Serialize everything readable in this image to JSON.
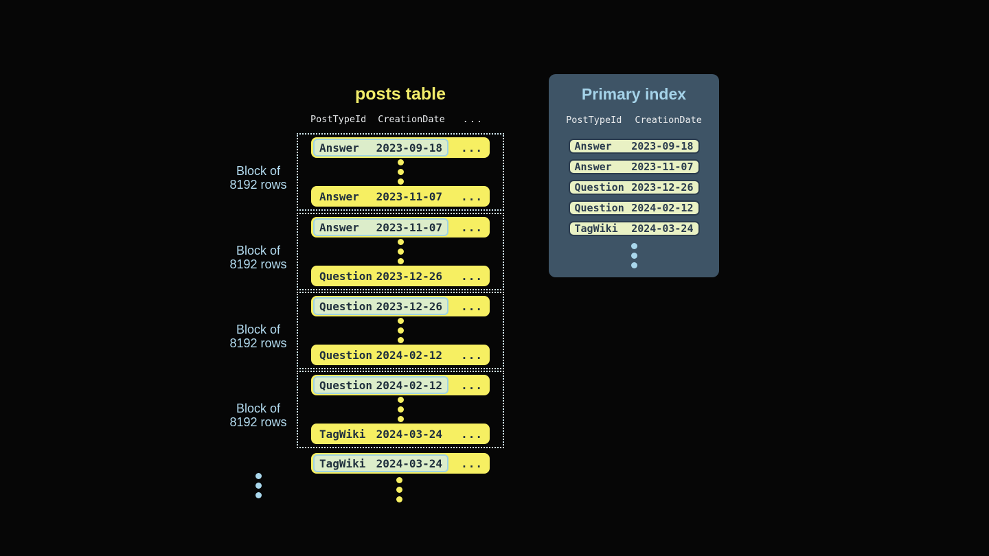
{
  "colors": {
    "background": "#060606",
    "row_yellow": "#f6ef62",
    "row_text": "#20303e",
    "highlight_fill": "#dcedca",
    "highlight_border": "#9fd3e4",
    "block_border": "#d2eaf3",
    "label_blue": "#b4dcf0",
    "panel_background": "#3e5466",
    "panel_title": "#a5d3e9",
    "index_row_fill": "#e9f1c4",
    "index_row_border": "#2b3c4e",
    "title_yellow": "#f2ed6a",
    "header_text": "#e8eaec"
  },
  "posts_table": {
    "title": "posts table",
    "columns": [
      "PostTypeId",
      "CreationDate"
    ],
    "columns_ellipsis": "...",
    "row_ellipsis": "...",
    "blocks": [
      {
        "label_line1": "Block of",
        "label_line2": "8192 rows",
        "first_row": {
          "post_type": "Answer",
          "creation_date": "2023-09-18"
        },
        "last_row": {
          "post_type": "Answer",
          "creation_date": "2023-11-07"
        }
      },
      {
        "label_line1": "Block of",
        "label_line2": "8192 rows",
        "first_row": {
          "post_type": "Answer",
          "creation_date": "2023-11-07"
        },
        "last_row": {
          "post_type": "Question",
          "creation_date": "2023-12-26"
        }
      },
      {
        "label_line1": "Block of",
        "label_line2": "8192 rows",
        "first_row": {
          "post_type": "Question",
          "creation_date": "2023-12-26"
        },
        "last_row": {
          "post_type": "Question",
          "creation_date": "2024-02-12"
        }
      },
      {
        "label_line1": "Block of",
        "label_line2": "8192 rows",
        "first_row": {
          "post_type": "Question",
          "creation_date": "2024-02-12"
        },
        "last_row": {
          "post_type": "TagWiki",
          "creation_date": "2024-03-24"
        }
      }
    ],
    "tail_row": {
      "post_type": "TagWiki",
      "creation_date": "2024-03-24"
    }
  },
  "primary_index": {
    "title": "Primary index",
    "columns": [
      "PostTypeId",
      "CreationDate"
    ],
    "rows": [
      {
        "post_type": "Answer",
        "creation_date": "2023-09-18"
      },
      {
        "post_type": "Answer",
        "creation_date": "2023-11-07"
      },
      {
        "post_type": "Question",
        "creation_date": "2023-12-26"
      },
      {
        "post_type": "Question",
        "creation_date": "2024-02-12"
      },
      {
        "post_type": "TagWiki",
        "creation_date": "2024-03-24"
      }
    ]
  }
}
